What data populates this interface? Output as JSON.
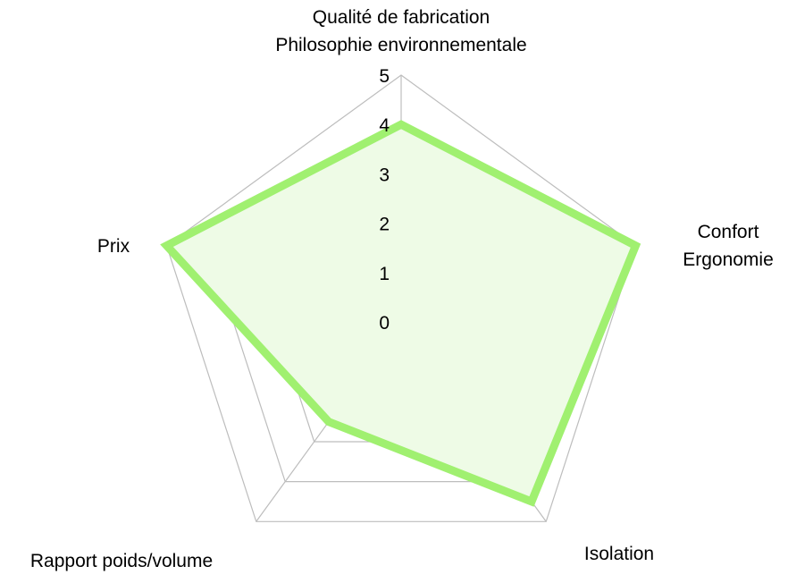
{
  "chart_data": {
    "type": "radar",
    "axes": [
      {
        "label_lines": [
          "Qualité de fabrication",
          "Philosophie environnementale"
        ]
      },
      {
        "label_lines": [
          "Confort",
          "Ergonomie"
        ]
      },
      {
        "label_lines": [
          "Isolation"
        ]
      },
      {
        "label_lines": [
          "Rapport poids/volume"
        ]
      },
      {
        "label_lines": [
          "Prix"
        ]
      }
    ],
    "ticks": [
      "0",
      "1",
      "2",
      "3",
      "4",
      "5"
    ],
    "rlim": [
      0,
      5
    ],
    "series": [
      {
        "values": [
          4,
          5,
          4.5,
          2.5,
          5
        ],
        "color": "#a0f070",
        "fill": "#eefbe6"
      }
    ],
    "grid": true,
    "grid_color": "#bdbdbd",
    "legend": "none"
  }
}
